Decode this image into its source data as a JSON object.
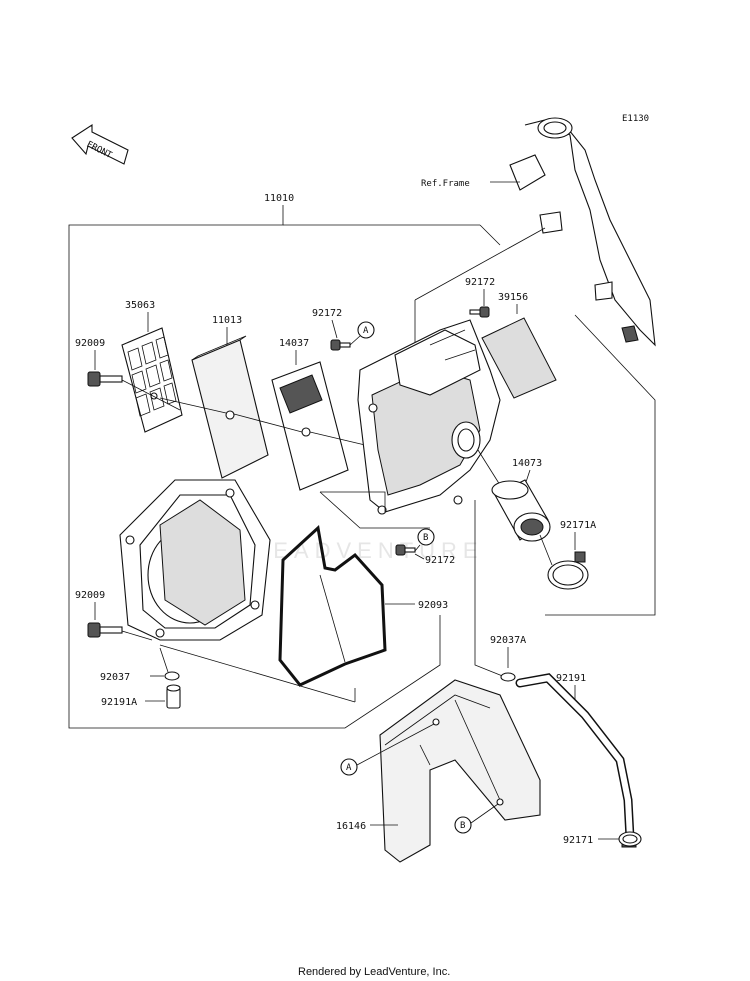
{
  "diagram": {
    "code": "E1130",
    "front_label": "FRONT",
    "ref_frame": "Ref.Frame",
    "watermark": "LEADVENTURE",
    "parts": {
      "p11010": "11010",
      "p35063": "35063",
      "p11013": "11013",
      "p92172_top": "92172",
      "p92172_right": "92172",
      "p92172_mid": "92172",
      "p39156": "39156",
      "p14037": "14037",
      "p92009_top": "92009",
      "p92009_bot": "92009",
      "p14073": "14073",
      "p92171A": "92171A",
      "p92093": "92093",
      "p92037A": "92037A",
      "p92191": "92191",
      "p92037": "92037",
      "p92191A": "92191A",
      "p16146": "16146",
      "p92171": "92171"
    },
    "callouts": {
      "a_top": "A",
      "b_mid": "B",
      "a_bot": "A",
      "b_bot": "B"
    },
    "footer": "Rendered by LeadVenture, Inc."
  }
}
